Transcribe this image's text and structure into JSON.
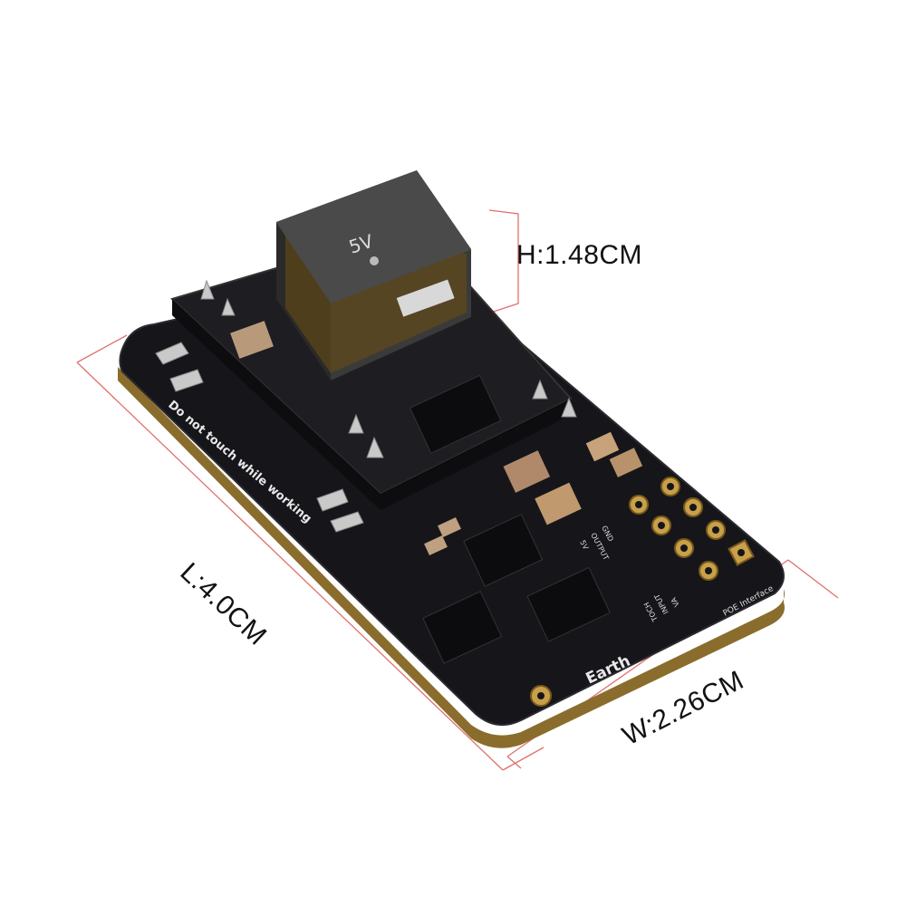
{
  "dimensions": {
    "height": "H:1.48CM",
    "length": "L:4.0CM",
    "width": "W:2.26CM"
  },
  "board": {
    "warning": "Do not touch while working",
    "earth": "Earth",
    "transformer_mark": "5V",
    "output_labels": [
      "5V",
      "OUTPUT",
      "GND"
    ],
    "input_labels": [
      "VA",
      "INPUT",
      "TOCH"
    ],
    "poe": "POE Interface"
  },
  "colors": {
    "pcb": "#16161a",
    "gold": "#b08a3a",
    "dimension_line": "#e07070"
  }
}
